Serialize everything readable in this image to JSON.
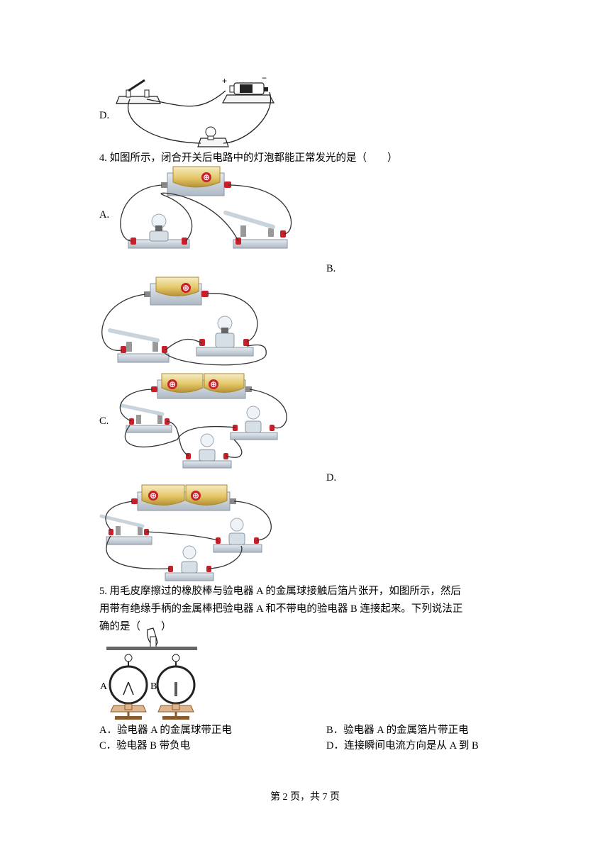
{
  "q3_tail": {
    "option_d": "D."
  },
  "q4": {
    "stem": "4.   如图所示，闭合开关后电路中的灯泡都能正常发光的是（　　）",
    "options": {
      "a": "A.",
      "b": "B.",
      "c": "C.",
      "d": "D."
    }
  },
  "q5": {
    "stem_line1": "5.   用毛皮摩擦过的橡胶棒与验电器 A 的金属球接触后箔片张开，如图所示，然后",
    "stem_line2": "用带有绝缘手柄的金属棒把验电器 A 和不带电的验电器 B 连接起来。下列说法正",
    "stem_line3": "确的是（　　）",
    "figure_labels": {
      "a": "A",
      "b": "B"
    },
    "options": {
      "a": "A．验电器 A 的金属球带正电",
      "b": "B．验电器 A 的金属箔片带正电",
      "c": "C．验电器 B 带负电",
      "d": "D．连接瞬间电流方向是从 A 到 B"
    }
  },
  "battery_symbol": "⊕",
  "battery_terminals": {
    "plus": "+",
    "minus": "−"
  },
  "footer": {
    "page_label": "第 2 页，共 7 页"
  },
  "colors": {
    "battery_gold": "#e0c060",
    "terminal_red": "#c8202a",
    "base_gray": "#c9d3dc",
    "wire": "#333333"
  }
}
